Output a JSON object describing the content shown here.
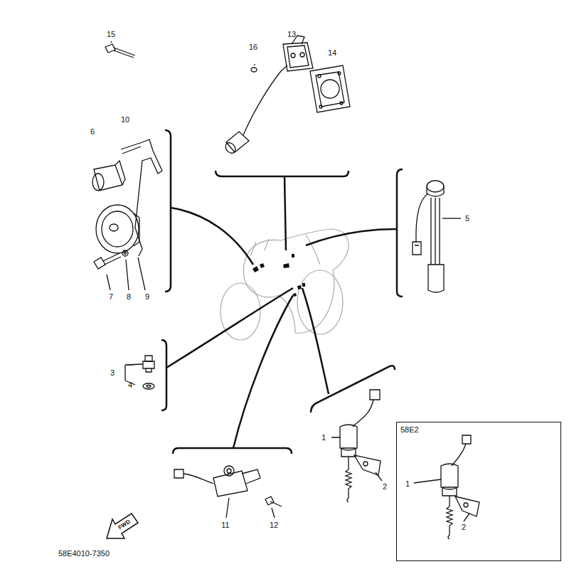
{
  "diagram": {
    "nodes": [
      {
        "text": [
          "58E2"
        ]
      }
    ],
    "edges": [],
    "labels": [
      "15",
      "13",
      "16",
      "14",
      "10",
      "6",
      "5",
      "7",
      "8",
      "9",
      "3",
      "4",
      "1",
      "2",
      "11",
      "12",
      "1",
      "2",
      "FWD",
      "58E4010-7350"
    ]
  }
}
